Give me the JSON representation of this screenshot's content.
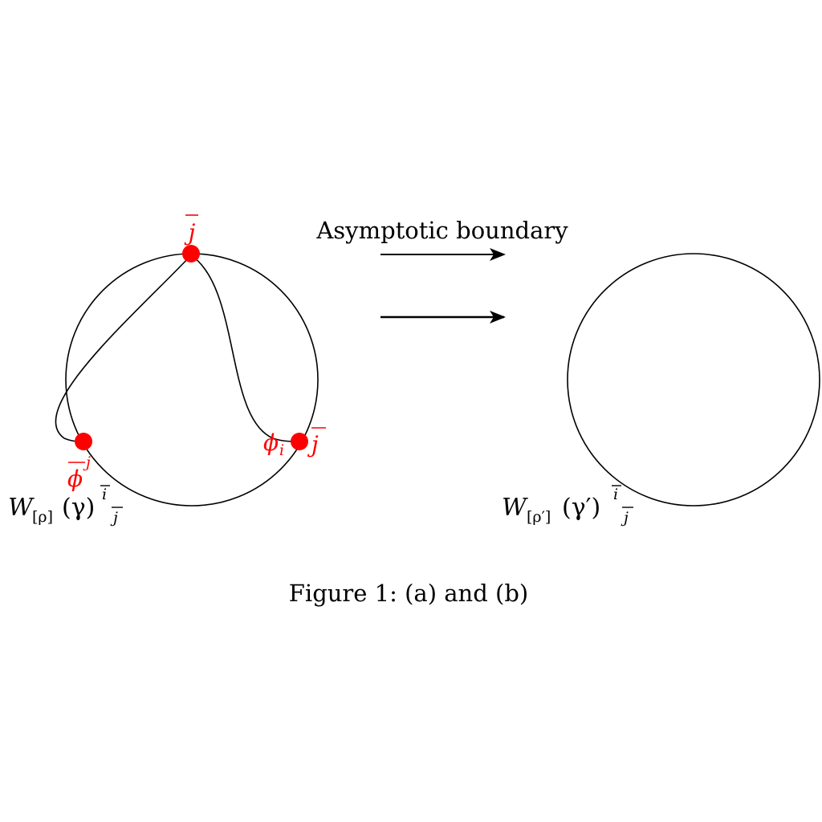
{
  "diagram": {
    "arrow_label": "Asymptotic boundary",
    "caption": "Figure 1: (a) and (b)",
    "accent_color": "#ff0000",
    "left_panel": {
      "loop_label": {
        "base": "W",
        "sub": "[ρ]",
        "arg": "(γ)",
        "sup": "i",
        "lower": "j"
      },
      "top_marker": "j",
      "right_marker_left": "ϕ",
      "right_marker_left_sub": "i",
      "right_marker_right": "j",
      "left_marker_sym": "ϕ",
      "left_marker_sup": "j"
    },
    "right_panel": {
      "loop_label": {
        "base": "W",
        "sub": "[ρ′]",
        "arg": "(γ′)",
        "sup": "i",
        "lower": "j"
      }
    }
  }
}
